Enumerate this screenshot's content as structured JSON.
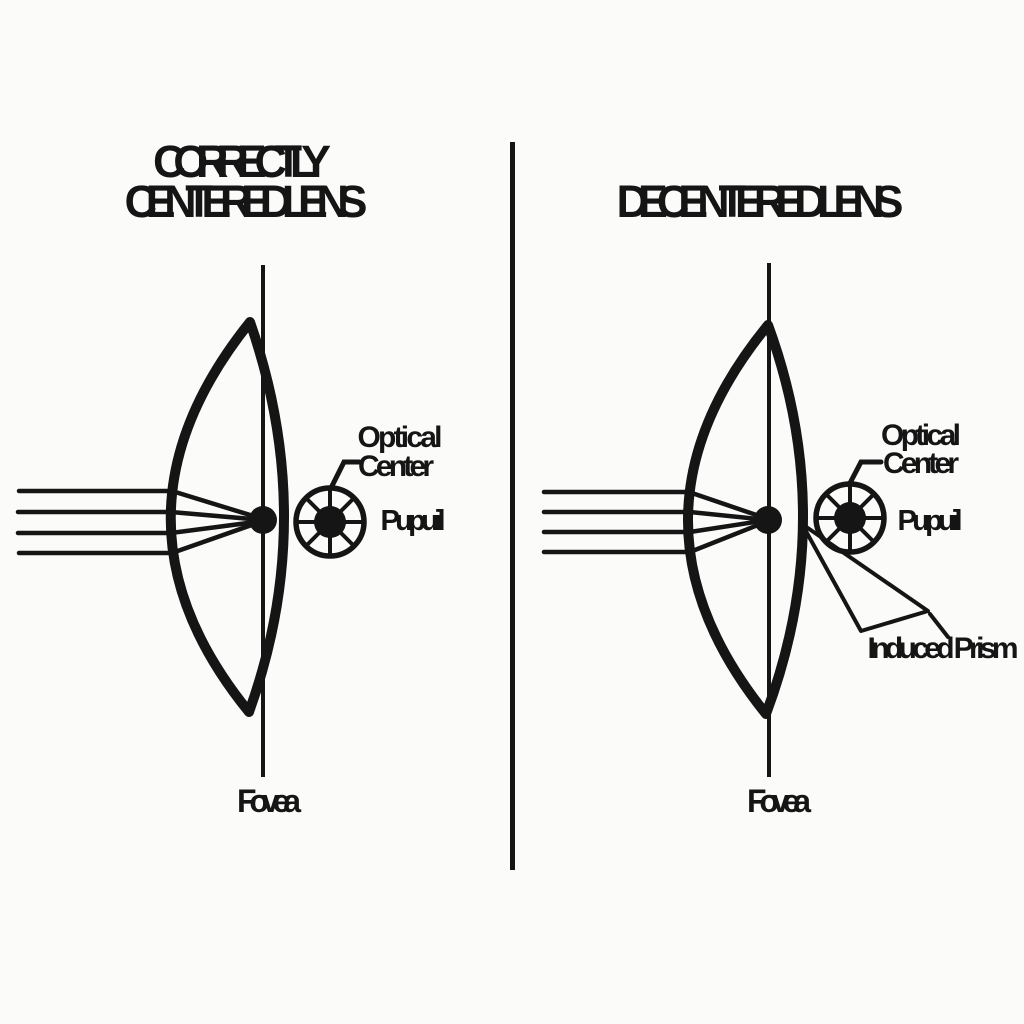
{
  "diagram_title": "Correctly centered lens vs decentered lens diagram",
  "colors": {
    "background": "#fbfbfa",
    "ink": "#151515"
  },
  "panels": {
    "left": {
      "title_line1": "CORRECTLY",
      "title_line2": "CENTERED LENS",
      "optical_center_label_line1": "Optical",
      "optical_center_label_line2": "Center",
      "pupil_label": "Pupuil",
      "fovea_label": "Fovea"
    },
    "right": {
      "title": "DECENTERED LENS",
      "optical_center_label_line1": "Optical",
      "optical_center_label_line2": "Center",
      "pupil_label": "Pupuil",
      "fovea_label": "Fovea",
      "induced_prism_label": "Induced Prism"
    }
  }
}
